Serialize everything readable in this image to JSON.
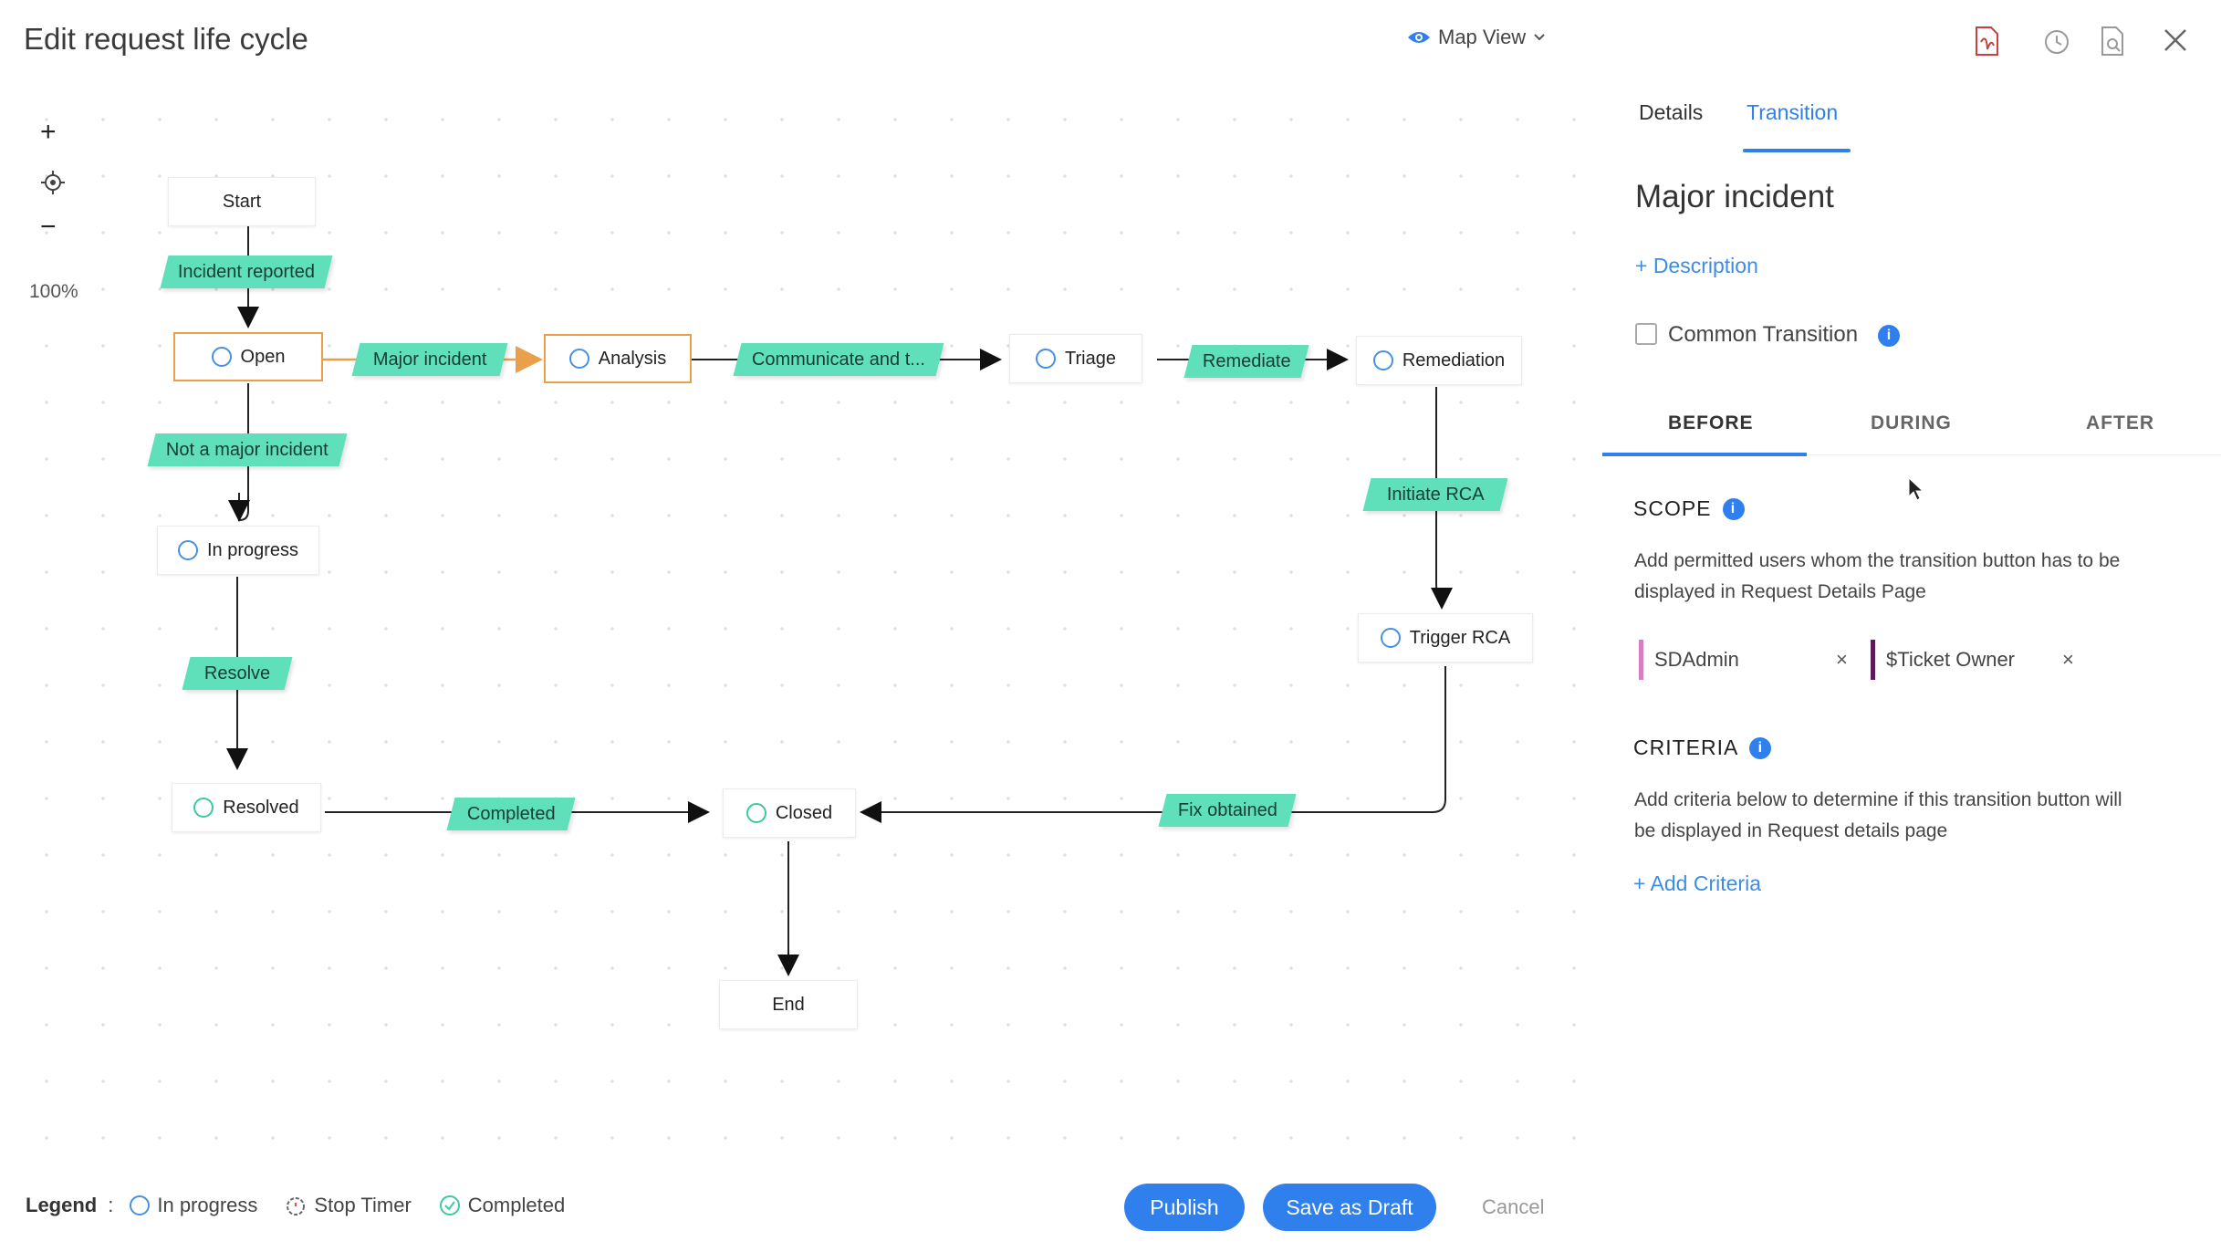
{
  "window": {
    "title": "Edit request life cycle",
    "view_selector": "Map View"
  },
  "canvas": {
    "zoom_in": "+",
    "zoom_out": "−",
    "zoom_level": "100%",
    "nodes": {
      "start": "Start",
      "open": "Open",
      "analysis": "Analysis",
      "triage": "Triage",
      "remediation": "Remediation",
      "in_progress": "In progress",
      "trigger_rca": "Trigger RCA",
      "resolved": "Resolved",
      "closed": "Closed",
      "end": "End"
    },
    "transitions": {
      "incident_reported": "Incident reported",
      "major_incident": "Major incident",
      "communicate": "Communicate and t...",
      "remediate": "Remediate",
      "not_major": "Not a major incident",
      "initiate_rca": "Initiate RCA",
      "resolve": "Resolve",
      "completed": "Completed",
      "fix_obtained": "Fix obtained"
    }
  },
  "legend": {
    "label": "Legend",
    "separator": ":",
    "in_progress": "In progress",
    "stop_timer": "Stop Timer",
    "completed": "Completed"
  },
  "actions": {
    "publish": "Publish",
    "save_draft": "Save as Draft",
    "cancel": "Cancel"
  },
  "panel": {
    "tabs": {
      "details": "Details",
      "transition": "Transition"
    },
    "active_tab": "Transition",
    "heading": "Major incident",
    "description_link": "+ Description",
    "common_transition": "Common Transition",
    "subtabs": {
      "before": "BEFORE",
      "during": "DURING",
      "after": "AFTER"
    },
    "scope": {
      "title": "SCOPE",
      "text_1": "Add permitted users whom the transition button has to be",
      "text_2": "displayed in Request Details Page",
      "chips": [
        {
          "label": "SDAdmin",
          "color": "#d77fc4"
        },
        {
          "label": "$Ticket Owner",
          "color": "#5b1a5a"
        }
      ]
    },
    "criteria": {
      "title": "CRITERIA",
      "text_1": "Add criteria below to determine if this transition button will",
      "text_2": "be displayed in Request details page",
      "add_link": "+ Add Criteria"
    }
  },
  "colors": {
    "accent": "#2f80ed",
    "transition_tag": "#5fe0bb",
    "selected_outline": "#e8a04b",
    "completed_status": "#3cc9a0"
  }
}
